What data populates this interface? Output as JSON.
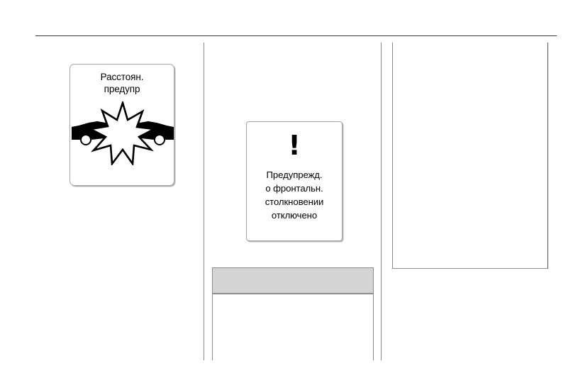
{
  "page": {
    "background_color": "#ffffff",
    "rule_color": "#3b3b3b",
    "divider_color": "#8d8d8d"
  },
  "left_panel": {
    "display_card": {
      "name": "distance-warning-display",
      "title": "Расстоян.\nпредупр",
      "icon_name": "frontal-collision-icon",
      "border_color": "#a9a9a9"
    }
  },
  "center_panel": {
    "message_card": {
      "name": "frontal-collision-warning-message",
      "alert_symbol": "!",
      "lines": [
        "Предупрежд.",
        "о фронтальн.",
        "столкновении",
        "отключено"
      ],
      "border_color": "#a3a3a3"
    },
    "table": {
      "name": "empty-table",
      "header_label": "",
      "header_color": "#d4d4d4",
      "border_color": "#8d8d8d",
      "rows": []
    }
  },
  "right_panel": {
    "frame": {
      "name": "empty-content-frame",
      "border_color": "#8d8d8d",
      "content": ""
    }
  }
}
